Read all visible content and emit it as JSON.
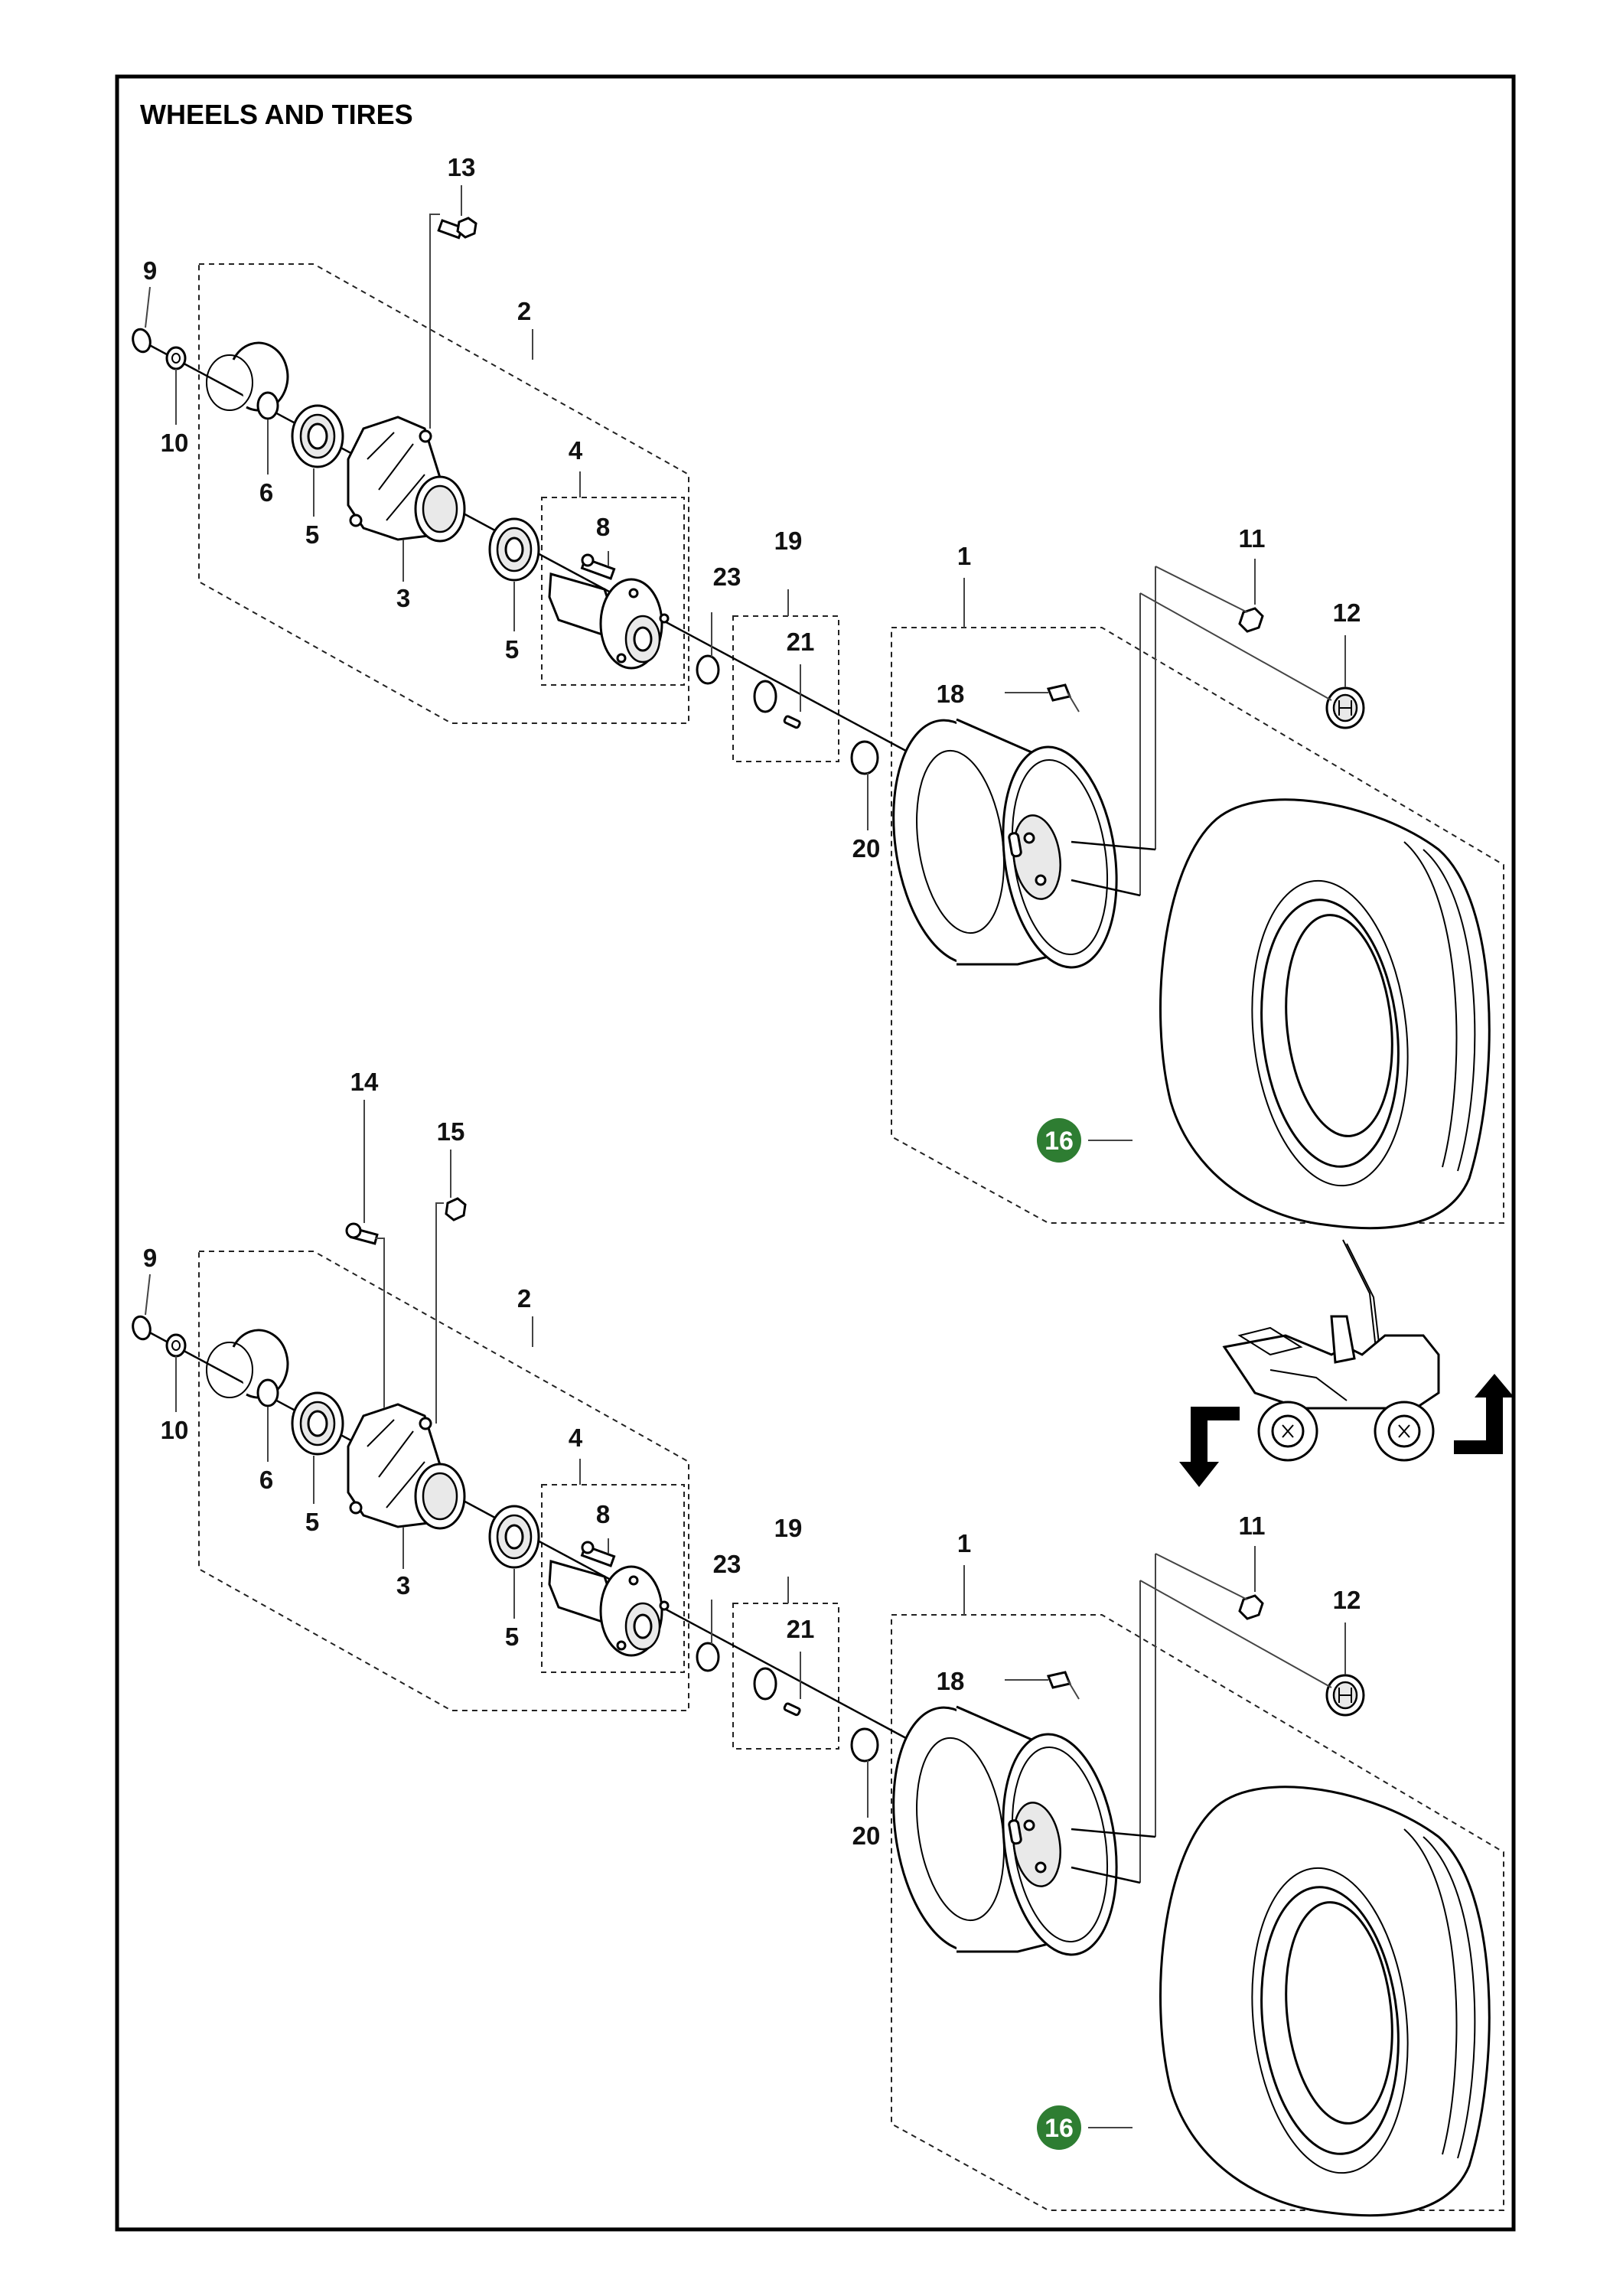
{
  "title": "WHEELS AND TIRES",
  "colors": {
    "highlight": "#2e7d32"
  },
  "upper_assembly": {
    "callouts": {
      "c13": "13",
      "c9": "9",
      "c2": "2",
      "c10": "10",
      "c6": "6",
      "c5a": "5",
      "c4": "4",
      "c8": "8",
      "c3": "3",
      "c5b": "5",
      "c23": "23",
      "c19": "19",
      "c21": "21",
      "c1": "1",
      "c11": "11",
      "c12": "12",
      "c18": "18",
      "c20": "20",
      "c16": "16"
    }
  },
  "lower_assembly": {
    "callouts": {
      "c14": "14",
      "c15": "15",
      "c9": "9",
      "c2": "2",
      "c10": "10",
      "c6": "6",
      "c5a": "5",
      "c4": "4",
      "c8": "8",
      "c3": "3",
      "c5b": "5",
      "c23": "23",
      "c19": "19",
      "c21": "21",
      "c1": "1",
      "c11": "11",
      "c12": "12",
      "c18": "18",
      "c20": "20",
      "c16": "16"
    }
  },
  "icons": {
    "locator": "mower-location-icon",
    "arrow_front": "arrow-down-left-icon",
    "arrow_rear": "arrow-up-right-icon",
    "hub_cap_logo": "brand-logo-icon"
  }
}
